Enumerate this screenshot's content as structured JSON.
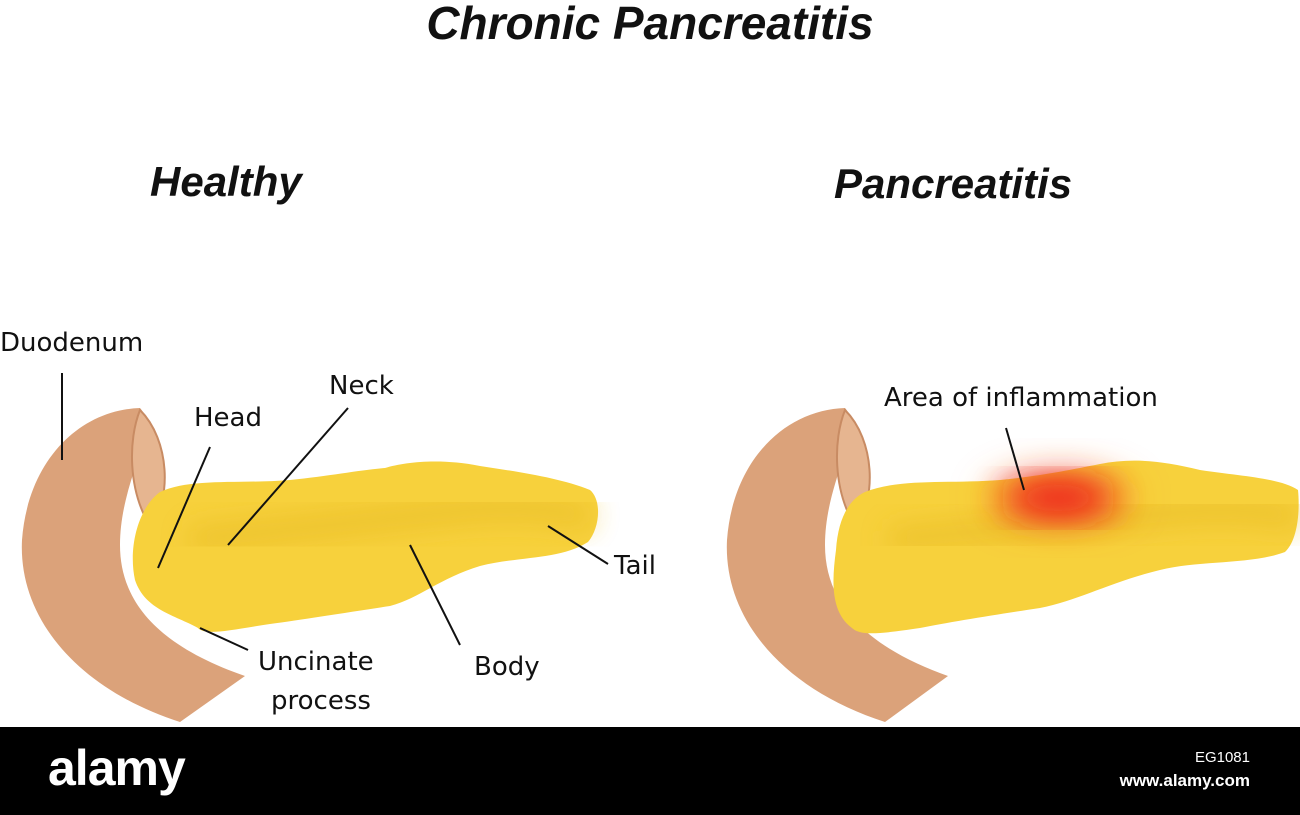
{
  "title": "Chronic Pancreatitis",
  "panels": {
    "healthy": {
      "title": "Healthy",
      "labels": {
        "duodenum": "Duodenum",
        "head": "Head",
        "neck": "Neck",
        "tail": "Tail",
        "body": "Body",
        "uncinate_line1": "Uncinate",
        "uncinate_line2": "process"
      }
    },
    "pancreatitis": {
      "title": "Pancreatitis",
      "labels": {
        "inflammation": "Area of inflammation"
      }
    }
  },
  "colors": {
    "pancreas": "#f7d13c",
    "pancreas_shade": "#e9bd25",
    "duodenum": "#dba27a",
    "duodenum_dark": "#c88b63",
    "inflammation": "#ee1c1c"
  },
  "footer": {
    "brand": "alamy",
    "image_id": "EG1081",
    "site": "www.alamy.com"
  }
}
